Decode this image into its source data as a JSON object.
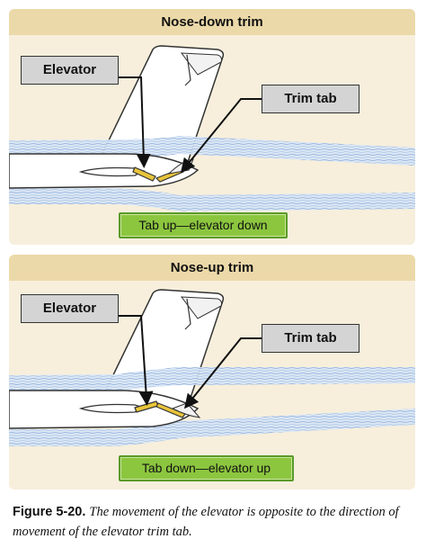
{
  "panels": [
    {
      "title": "Nose-down trim",
      "elevator_label": "Elevator",
      "trim_tab_label": "Trim tab",
      "result_label": "Tab up—elevator down"
    },
    {
      "title": "Nose-up trim",
      "elevator_label": "Elevator",
      "trim_tab_label": "Trim tab",
      "result_label": "Tab down—elevator up"
    }
  ],
  "caption": {
    "figure_label": "Figure 5-20.",
    "text": "The movement of the elevator is opposite to the direction of movement of the elevator trim tab."
  },
  "colors": {
    "panel_background": "#f7efdc",
    "panel_header": "#ecd9a9",
    "callout_box": "#d4d4d4",
    "result_box": "#8cc63f",
    "trim_tab": "#e8c43a",
    "airflow": "#a9c4e6"
  }
}
